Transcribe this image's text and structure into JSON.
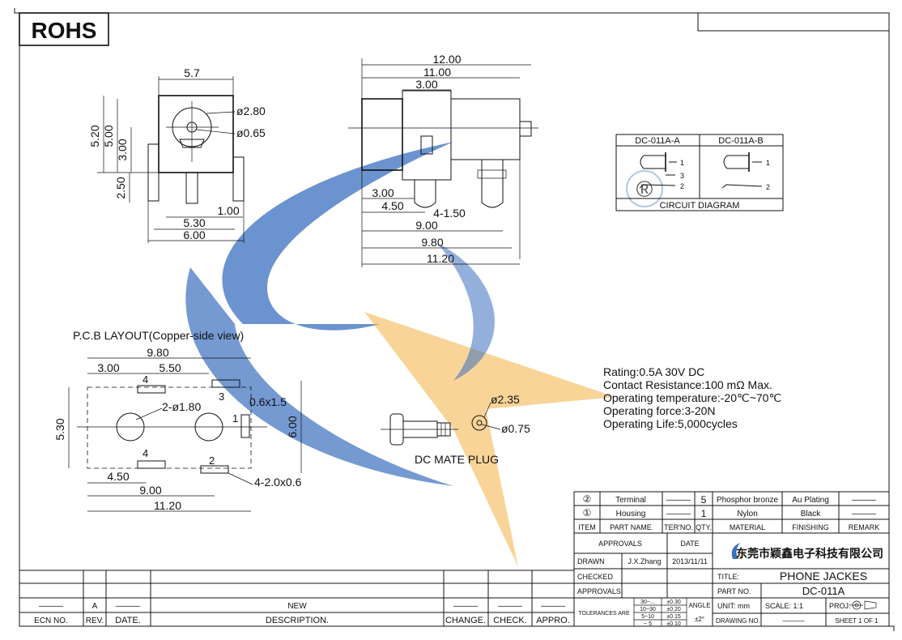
{
  "badge": "ROHS",
  "watermark": {
    "mark": "®",
    "colors": {
      "blue": "#3a6fbf",
      "orange": "#f4b043"
    }
  },
  "front_view": {
    "dims": {
      "width_top": "5.7",
      "height_total": "5.20",
      "height_upper": "5.00",
      "height_mid": "3.00",
      "height_pin": "2.50",
      "dia_outer": "ø2.80",
      "dia_inner": "ø0.65",
      "pin_offset": "1.00",
      "pin_span": "5.30",
      "base_width": "6.00"
    }
  },
  "side_view": {
    "dims": {
      "total": "12.00",
      "body": "11.00",
      "front": "3.00",
      "pin_from_front": "3.00",
      "pin2": "4.50",
      "pin_pitch": "4-1.50",
      "pin3": "9.00",
      "pin4": "9.80",
      "overall": "11.20"
    }
  },
  "circuit": {
    "col_a": "DC-011A-A",
    "col_b": "DC-011A-B",
    "pins_a": [
      "1",
      "3",
      "2"
    ],
    "pins_b": [
      "1",
      "2"
    ],
    "caption": "CIRCUIT  DIAGRAM"
  },
  "pcb": {
    "title": "P.C.B LAYOUT(Copper-side view)",
    "dims": {
      "width_top": "9.80",
      "left": "3.00",
      "mid": "5.50",
      "height": "5.30",
      "height_right": "6.00",
      "hole": "2-ø1.80",
      "pad": "0.6x1.5",
      "bottom_left": "4.50",
      "bottom_mid": "9.00",
      "bottom_total": "11.20",
      "slot": "4-2.0x0.6"
    },
    "pad_labels": [
      "4",
      "3",
      "1",
      "4",
      "2"
    ]
  },
  "plug": {
    "label": "DC MATE PLUG",
    "dia_outer": "ø2.35",
    "dia_inner": "ø0.75"
  },
  "specs": [
    "Rating:0.5A 30V DC",
    "Contact Resistance:100 mΩ Max.",
    "Operating temperature:-20℃~70℃",
    "Operating force:3-20N",
    "Operating Life:5,000cycles"
  ],
  "bom": {
    "rows": [
      {
        "item": "②",
        "part": "Terminal",
        "ter": "———",
        "qty": "5",
        "material": "Phosphor bronze",
        "finishing": "Au Plating",
        "remark": "———"
      },
      {
        "item": "①",
        "part": "Housing",
        "ter": "———",
        "qty": "1",
        "material": "Nylon",
        "finishing": "Black",
        "remark": "———"
      }
    ],
    "headers": {
      "item": "ITEM",
      "part": "PART NAME",
      "ter": "TER'NO.",
      "qty": "QTY.",
      "material": "MATERIAL",
      "finishing": "FINISHING",
      "remark": "REMARK"
    }
  },
  "title_block": {
    "approvals_header": "APPROVALS",
    "date_header": "DATE",
    "drawn_label": "DRAWN",
    "drawn_by": "J.X.Zhang",
    "drawn_date": "2013/11/11",
    "checked_label": "CHECKED",
    "approvals_label": "APPROVALS",
    "company": "东莞市颖鑫电子科技有限公司",
    "title_label": "TITLE:",
    "title_value": "PHONE  JACKES",
    "part_no_label": "PART NO.",
    "part_no_value": "DC-011A",
    "tolerances_label": "TOLERANCES ARE",
    "tol_ranges": [
      "30~...",
      "10~30",
      "5~10",
      "~ 5"
    ],
    "tol_values": [
      "±0.30",
      "±0.20",
      "±0.15",
      "±0.10"
    ],
    "angle_label": "ANGLE",
    "angle_value": "±2°",
    "unit_label": "UNIT:  mm",
    "scale_label": "SCALE:   1:1",
    "proj_label": "PROJ:",
    "drawing_no_label": "DRAWING NO.",
    "drawing_no_value": "———",
    "sheet_label": "SHEET   1  OF  1"
  },
  "revision": {
    "row": {
      "ecn": "———",
      "rev": "A",
      "date": "———",
      "desc": "NEW",
      "change": "———",
      "check": "———",
      "appro": "———"
    },
    "headers": {
      "ecn": "ECN NO.",
      "rev": "REV.",
      "date": "DATE.",
      "desc": "DESCRIPTION.",
      "change": "CHANGE.",
      "check": "CHECK.",
      "appro": "APPRO."
    }
  }
}
